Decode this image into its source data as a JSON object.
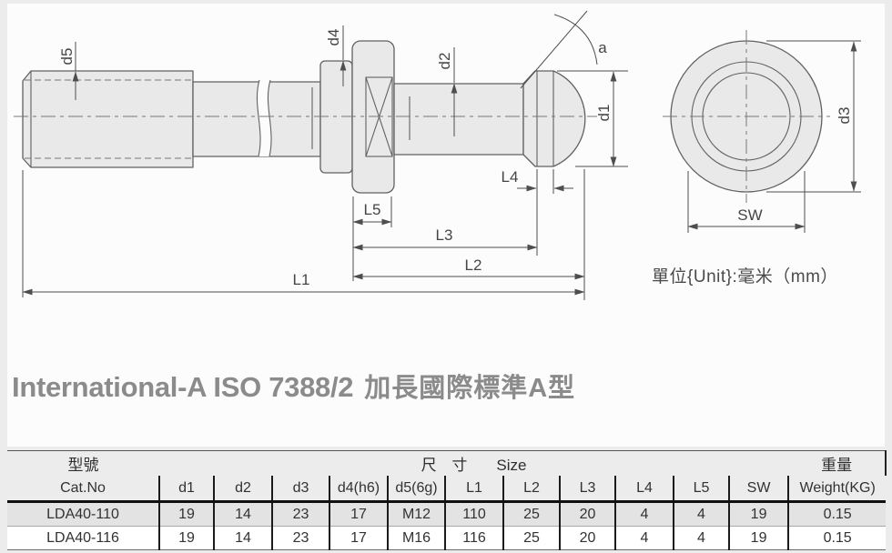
{
  "title": {
    "en": "International-A ISO 7388/2",
    "zh": "加長國際標準A型"
  },
  "drawing": {
    "unit_note": "單位{Unit}:毫米（mm）",
    "side_view_labels": {
      "d5": "d5",
      "d4": "d4",
      "d2": "d2",
      "d1": "d1",
      "a": "a",
      "L1": "L1",
      "L2": "L2",
      "L3": "L3",
      "L4": "L4",
      "L5": "L5"
    },
    "end_view_labels": {
      "d3": "d3",
      "sw": "SW"
    }
  },
  "table": {
    "group_headers": {
      "model": "型號",
      "size_zh": "尺 寸",
      "size_en": "Size",
      "weight": "重量"
    },
    "columns": [
      "Cat.No",
      "d1",
      "d2",
      "d3",
      "d4(h6)",
      "d5(6g)",
      "L1",
      "L2",
      "L3",
      "L4",
      "L5",
      "SW",
      "Weight(KG)"
    ],
    "rows": [
      [
        "LDA40-110",
        "19",
        "14",
        "23",
        "17",
        "M12",
        "110",
        "25",
        "20",
        "4",
        "4",
        "19",
        "0.15"
      ],
      [
        "LDA40-116",
        "19",
        "14",
        "23",
        "17",
        "M16",
        "116",
        "25",
        "20",
        "4",
        "4",
        "19",
        "0.15"
      ]
    ]
  },
  "colors": {
    "page_bg": "#ececec",
    "panel_bg": "#fcfcfc",
    "part_fill": "#e9e9e9",
    "outline": "#616161",
    "dimension": "#4e4e4e",
    "title_text": "#8b8b8b",
    "table_rule": "#1b1b1b",
    "row_alt_bg": "#e3e3e3"
  }
}
